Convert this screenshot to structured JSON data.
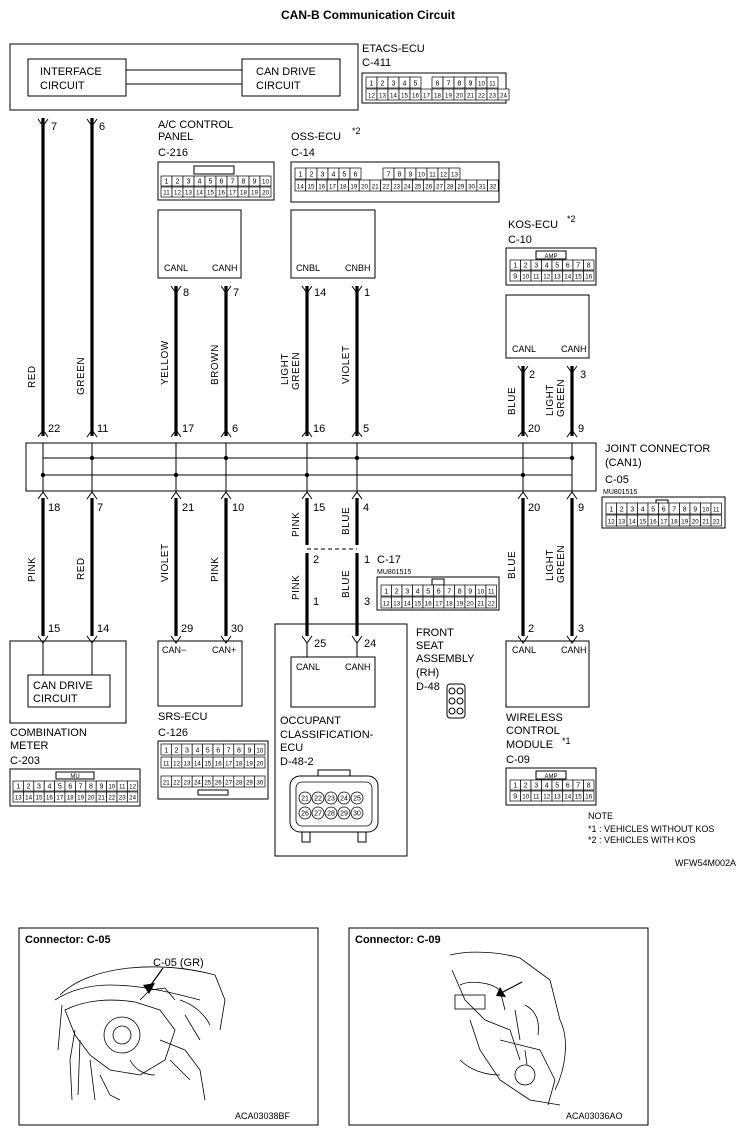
{
  "title": "CAN-B Communication Circuit",
  "figure_code": "WFW54M002A",
  "etacs": {
    "name": "ETACS-ECU",
    "connector": "C-411",
    "interface_circuit": [
      "INTERFACE",
      "CIRCUIT"
    ],
    "can_drive_circuit": [
      "CAN DRIVE",
      "CIRCUIT"
    ],
    "pin_a": "7",
    "pin_b": "6",
    "pins_row1": [
      "1",
      "2",
      "3",
      "4",
      "5",
      "",
      "6",
      "7",
      "8",
      "9",
      "10",
      "11"
    ],
    "pins_row2": [
      "12",
      "13",
      "14",
      "15",
      "16",
      "17",
      "18",
      "19",
      "20",
      "21",
      "22",
      "23",
      "24"
    ]
  },
  "ac_panel": {
    "name_line1": "A/C CONTROL",
    "name_line2": "PANEL",
    "connector": "C-216",
    "pin_canl_label": "CANL",
    "pin_canh_label": "CANH",
    "pin_l": "8",
    "pin_h": "7",
    "pins_row1": [
      "1",
      "2",
      "3",
      "4",
      "5",
      "6",
      "7",
      "8",
      "9",
      "10"
    ],
    "pins_row2": [
      "11",
      "12",
      "13",
      "14",
      "15",
      "16",
      "17",
      "18",
      "19",
      "20"
    ]
  },
  "oss": {
    "name": "OSS-ECU",
    "mark": "*2",
    "connector": "C-14",
    "pin_l_label": "CNBL",
    "pin_h_label": "CNBH",
    "pin_l": "14",
    "pin_h": "1",
    "pins_row1": [
      "1",
      "2",
      "3",
      "4",
      "5",
      "6",
      "",
      "",
      "7",
      "8",
      "9",
      "10",
      "11",
      "12",
      "13"
    ],
    "pins_row2": [
      "14",
      "15",
      "16",
      "17",
      "18",
      "19",
      "20",
      "21",
      "22",
      "23",
      "24",
      "25",
      "26",
      "27",
      "28",
      "29",
      "30",
      "31",
      "32"
    ]
  },
  "kos": {
    "name": "KOS-ECU",
    "mark": "*2",
    "connector": "C-10",
    "amp_label": "AMP",
    "pin_canl_label": "CANL",
    "pin_canh_label": "CANH",
    "pin_l": "2",
    "pin_h": "3",
    "pins_row1": [
      "1",
      "2",
      "3",
      "4",
      "5",
      "6",
      "7",
      "8"
    ],
    "pins_row2": [
      "9",
      "10",
      "11",
      "12",
      "13",
      "14",
      "15",
      "16"
    ]
  },
  "joint": {
    "name_line1": "JOINT CONNECTOR",
    "name_line2": "(CAN1)",
    "connector": "C-05",
    "part": "MU801515",
    "top_pins": [
      "22",
      "11",
      "17",
      "6",
      "16",
      "5",
      "20",
      "9"
    ],
    "bottom_pins": [
      "18",
      "7",
      "21",
      "10",
      "15",
      "4",
      "20",
      "9"
    ],
    "pins_row1": [
      "1",
      "2",
      "3",
      "4",
      "5",
      "6",
      "7",
      "8",
      "9",
      "10",
      "11"
    ],
    "pins_row2": [
      "12",
      "13",
      "14",
      "15",
      "16",
      "17",
      "18",
      "19",
      "20",
      "21",
      "22"
    ]
  },
  "wires_top": {
    "w1": "RED",
    "w2": "GREEN",
    "w3": "YELLOW",
    "w4": "BROWN",
    "w5a": "LIGHT",
    "w5b": "GREEN",
    "w6": "VIOLET",
    "w7": "BLUE",
    "w8a": "LIGHT",
    "w8b": "GREEN"
  },
  "wires_bottom": {
    "w1": "PINK",
    "w2": "RED",
    "w3": "VIOLET",
    "w4": "PINK",
    "w5": "PINK",
    "w6": "BLUE",
    "w5b": "PINK",
    "w6b": "BLUE",
    "w7": "BLUE",
    "w8a": "LIGHT",
    "w8b": "GREEN"
  },
  "c17": {
    "connector": "C-17",
    "part": "MU801515",
    "pin_a": "2",
    "pin_b": "1",
    "pin_c": "1",
    "pin_d": "3",
    "pins_row1": [
      "1",
      "2",
      "3",
      "4",
      "5",
      "6",
      "7",
      "8",
      "9",
      "10",
      "11"
    ],
    "pins_row2": [
      "12",
      "13",
      "14",
      "15",
      "16",
      "17",
      "18",
      "19",
      "20",
      "21",
      "22"
    ]
  },
  "combination": {
    "name_line1": "COMBINATION",
    "name_line2": "METER",
    "connector": "C-203",
    "can_drive_circuit": [
      "CAN DRIVE",
      "CIRCUIT"
    ],
    "pin_a": "15",
    "pin_b": "14",
    "mark": "MU",
    "pins_row1": [
      "1",
      "2",
      "3",
      "4",
      "5",
      "6",
      "7",
      "8",
      "9",
      "10",
      "11",
      "12"
    ],
    "pins_row2": [
      "13",
      "14",
      "15",
      "16",
      "17",
      "18",
      "19",
      "20",
      "21",
      "22",
      "23",
      "24"
    ]
  },
  "srs": {
    "name": "SRS-ECU",
    "connector": "C-126",
    "pin_minus_label": "CAN−",
    "pin_plus_label": "CAN+",
    "pin_a": "29",
    "pin_b": "30",
    "pins_row1": [
      "1",
      "2",
      "3",
      "4",
      "5",
      "6",
      "7",
      "8",
      "9",
      "10"
    ],
    "pins_row2": [
      "11",
      "12",
      "13",
      "14",
      "15",
      "16",
      "17",
      "18",
      "19",
      "20"
    ],
    "pins_row3": [
      "21",
      "22",
      "23",
      "24",
      "25",
      "26",
      "27",
      "28",
      "29",
      "30"
    ]
  },
  "occupant": {
    "name_line1": "OCCUPANT",
    "name_line2": "CLASSIFICATION-",
    "name_line3": "ECU",
    "connector": "D-48-2",
    "pin_canl_label": "CANL",
    "pin_canh_label": "CANH",
    "pin_a": "25",
    "pin_b": "24",
    "pins_row1": [
      "21",
      "22",
      "23",
      "24",
      "25"
    ],
    "pins_row2": [
      "26",
      "27",
      "28",
      "29",
      "30"
    ]
  },
  "front_seat": {
    "line1": "FRONT",
    "line2": "SEAT",
    "line3": "ASSEMBLY",
    "line4": "(RH)",
    "connector": "D-48"
  },
  "wireless": {
    "name_line1": "WIRELESS",
    "name_line2": "CONTROL",
    "name_line3": "MODULE",
    "mark": "*1",
    "connector": "C-09",
    "amp_label": "AMP",
    "pin_canl_label": "CANL",
    "pin_canh_label": "CANH",
    "pin_l": "2",
    "pin_h": "3",
    "pins_row1": [
      "1",
      "2",
      "3",
      "4",
      "5",
      "6",
      "7",
      "8"
    ],
    "pins_row2": [
      "9",
      "10",
      "11",
      "12",
      "13",
      "14",
      "15",
      "16"
    ]
  },
  "note": {
    "title": "NOTE",
    "line1": "*1 : VEHICLES WITHOUT KOS",
    "line2": "*2 : VEHICLES WITH KOS"
  },
  "panel_c05": {
    "title": "Connector: C-05",
    "callout": "C-05 (GR)",
    "code": "ACA03038BF"
  },
  "panel_c09": {
    "title": "Connector: C-09",
    "code": "ACA03036AO"
  }
}
